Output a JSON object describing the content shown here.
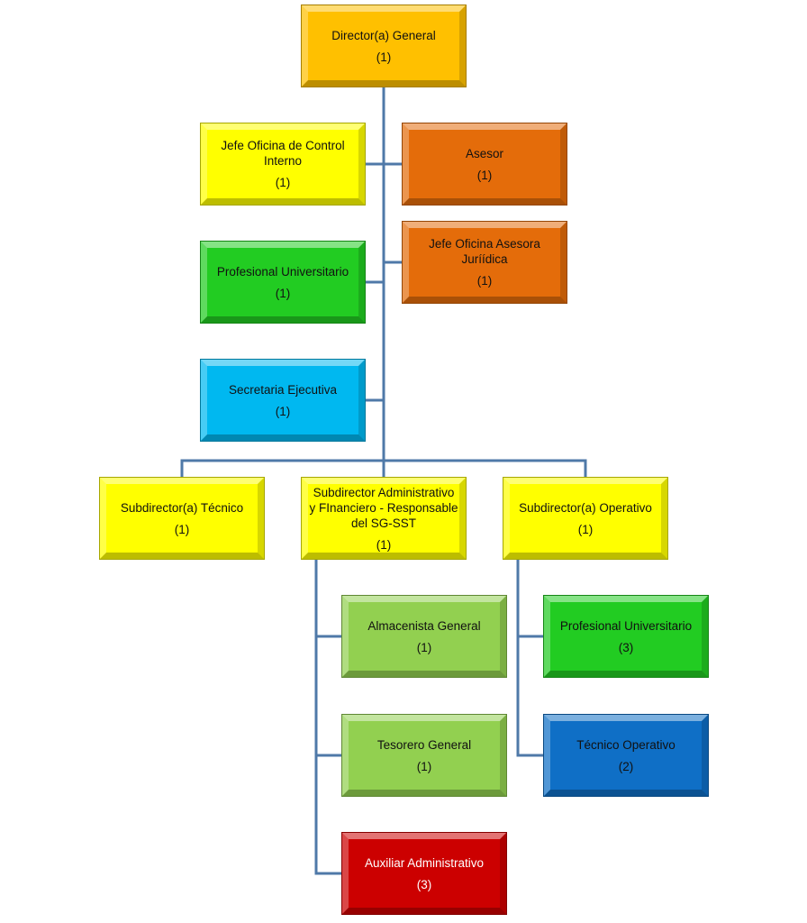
{
  "colors": {
    "connector": "#4f79a8",
    "gold": "#ffc000",
    "yellow": "#ffff00",
    "orange": "#e46c0a",
    "green": "#22cc22",
    "light_green": "#92d050",
    "cyan": "#00b8f0",
    "blue": "#0f6fc6",
    "red": "#cc0000",
    "text_dark": "#111111",
    "text_light": "#ffffff"
  },
  "nodes": [
    {
      "id": "director",
      "label": "Director(a) General",
      "count": "(1)",
      "color": "gold"
    },
    {
      "id": "control-interno",
      "label": "Jefe Oficina de Control Interno",
      "count": "(1)",
      "color": "yellow"
    },
    {
      "id": "asesor",
      "label": "Asesor",
      "count": "(1)",
      "color": "orange"
    },
    {
      "id": "profesional-universitario-1",
      "label": "Profesional Universitario",
      "count": "(1)",
      "color": "green"
    },
    {
      "id": "asesora-juridica",
      "label": "Jefe Oficina Asesora Juríídica",
      "count": "(1)",
      "color": "orange"
    },
    {
      "id": "secretaria",
      "label": "Secretaria Ejecutiva",
      "count": "(1)",
      "color": "cyan"
    },
    {
      "id": "sub-tecnico",
      "label": "Subdirector(a) Técnico",
      "count": "(1)",
      "color": "yellow"
    },
    {
      "id": "sub-administrativo",
      "label": "Subdirector Administrativo y FInanciero - Responsable del SG-SST",
      "count": "(1)",
      "color": "yellow"
    },
    {
      "id": "sub-operativo",
      "label": "Subdirector(a) Operativo",
      "count": "(1)",
      "color": "yellow"
    },
    {
      "id": "almacenista",
      "label": "Almacenista General",
      "count": "(1)",
      "color": "light_green"
    },
    {
      "id": "profesional-universitario-3",
      "label": "Profesional Universitario",
      "count": "(3)",
      "color": "green"
    },
    {
      "id": "tesorero",
      "label": "Tesorero General",
      "count": "(1)",
      "color": "light_green"
    },
    {
      "id": "tecnico-operativo",
      "label": "Técnico Operativo",
      "count": "(2)",
      "color": "blue"
    },
    {
      "id": "auxiliar",
      "label": "Auxiliar Administrativo",
      "count": "(3)",
      "color": "red"
    }
  ]
}
